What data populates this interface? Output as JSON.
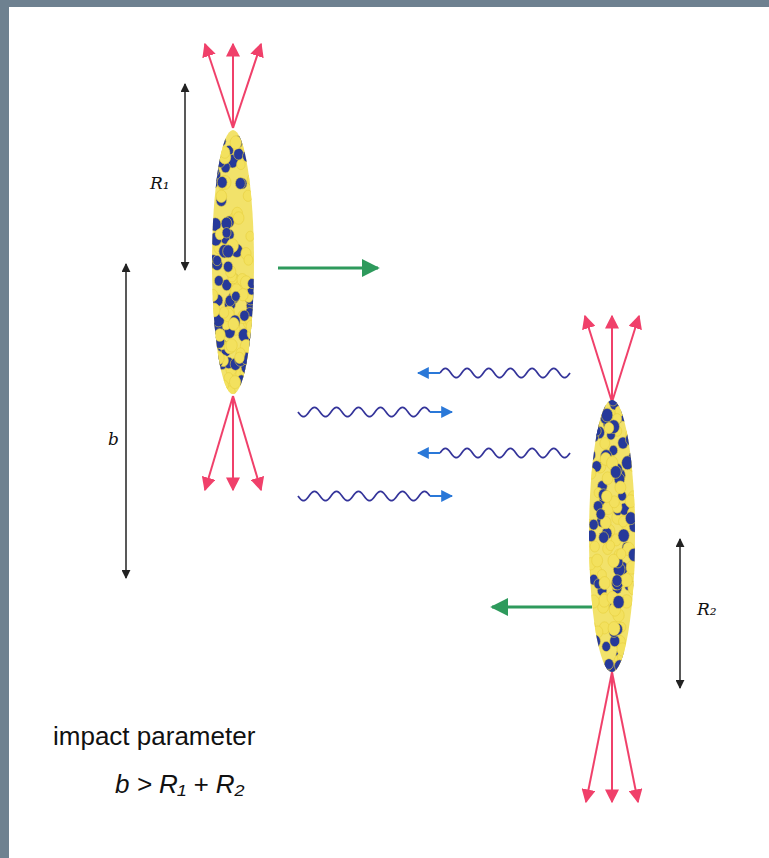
{
  "diagram": {
    "labels": [
      "R₁",
      "b",
      "R₂",
      "impact parameter",
      "b > R₁ + R₂"
    ]
  }
}
